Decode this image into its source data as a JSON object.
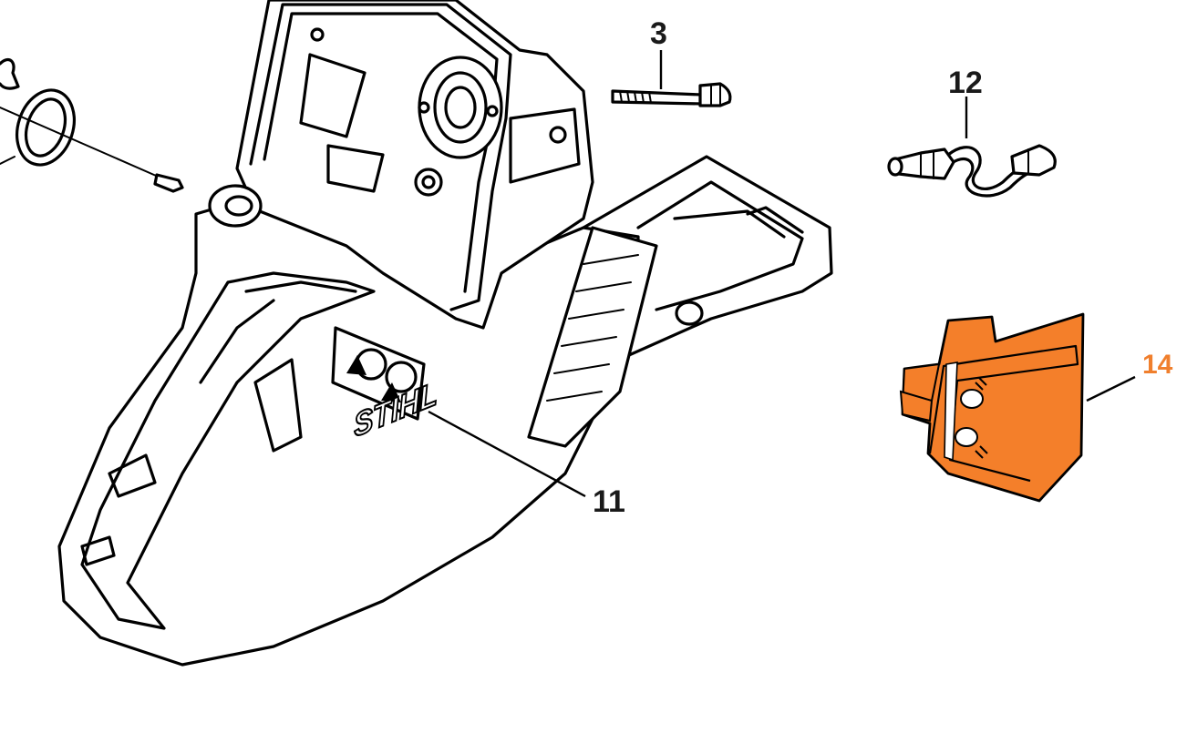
{
  "callouts": {
    "part_3": "3",
    "part_11": "11",
    "part_12": "12",
    "part_14": "14"
  },
  "brand_logo_text": "STIHL",
  "colors": {
    "highlight": "#f47f2a",
    "highlight_label": "#f07f2d",
    "line": "#000000",
    "background": "#ffffff"
  }
}
